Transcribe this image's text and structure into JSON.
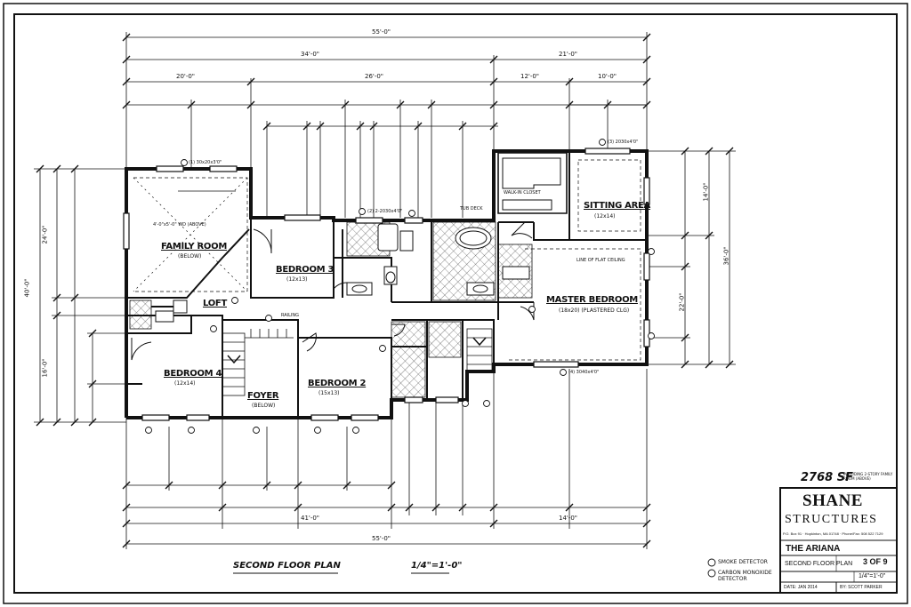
{
  "sheet": {
    "plan_title": "SECOND FLOOR PLAN",
    "plan_scale": "1/4\"=1'-0\"",
    "total_area": "2768 SF",
    "area_note": "INCLUDING 2-STORY FAMILY ROOM (ABOVE)"
  },
  "rooms": [
    {
      "id": "family",
      "name": "FAMILY ROOM",
      "size": "(BELOW)"
    },
    {
      "id": "bed3",
      "name": "BEDROOM 3",
      "size": "(12x13)"
    },
    {
      "id": "sitting",
      "name": "SITTING AREA",
      "size": "(12x14)"
    },
    {
      "id": "master",
      "name": "MASTER BEDROOM",
      "size": "(18x20) (PLASTERED CLG)"
    },
    {
      "id": "loft",
      "name": "LOFT",
      "size": ""
    },
    {
      "id": "bed4",
      "name": "BEDROOM 4",
      "size": "(12x14)"
    },
    {
      "id": "foyer",
      "name": "FOYER",
      "size": "(BELOW)"
    },
    {
      "id": "bed2",
      "name": "BEDROOM 2",
      "size": "(15x13)"
    }
  ],
  "dimensions": {
    "overall_top": "55'-0\"",
    "top_left": "34'-0\"",
    "top_right": "21'-0\"",
    "top_seg1": "20'-0\"",
    "top_seg2": "26'-0\"",
    "top_seg3": "12'-0\"",
    "top_seg4": "10'-0\"",
    "overall_bottom": "55'-0\"",
    "bottom_left": "41'-0\"",
    "bottom_right": "14'-0\"",
    "left_overall": "40'-0\"",
    "left_upper": "24'-0\"",
    "left_lower": "16'-0\"",
    "right_overall": "36'-0\"",
    "right_upper": "14'-0\"",
    "right_lower": "22'-0\""
  },
  "notes": [
    "4'-0\"x5'-0\" WD (ABOVE)",
    "TUB DECK",
    "LINE OF FLAT CEILING",
    "RAILING",
    "WALK-IN CLOSET"
  ],
  "window_tags": [
    "(1) 30x20x3'0\"",
    "(2) 2-2030x4'0\"",
    "(3) 2030x4'0\"",
    "(4) 3040x4'0\""
  ],
  "legend": {
    "smoke": "SMOKE DETECTOR",
    "co": "CARBON MONOXIDE DETECTOR"
  },
  "title_block": {
    "company_line1": "SHANE",
    "company_line2": "STRUCTURES",
    "address": "P.O. Box 91 · Hopkinton, MA 01748 · Phone/Fax: 508 522 7129",
    "project": "THE ARIANA",
    "sheet_no": "3 OF 9",
    "sheet_title": "SECOND FLOOR PLAN",
    "scale": "1/4\"=1'-0\"",
    "date": "DATE: JAN 2014",
    "by": "BY: SCOTT PARKER"
  },
  "colors": {
    "ink": "#1a1a1a",
    "paper": "#ffffff"
  }
}
